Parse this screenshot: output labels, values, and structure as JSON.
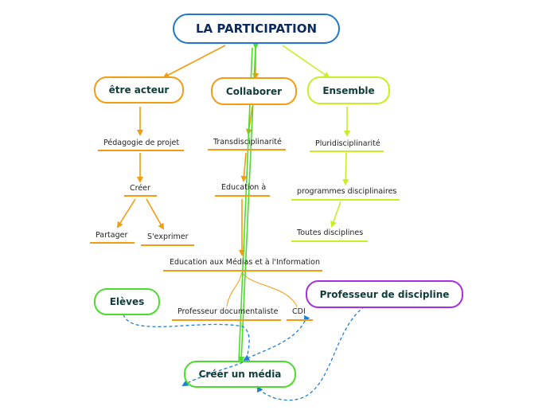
{
  "root": {
    "label": "LA PARTICIPATION",
    "color": "#1f78c8",
    "text_color": "#0d2a5c"
  },
  "branches": {
    "acteur": {
      "label": "être acteur",
      "color": "#f39c12"
    },
    "collaborer": {
      "label": "Collaborer",
      "color": "#f39c12"
    },
    "ensemble": {
      "label": "Ensemble",
      "color": "#c6f023"
    }
  },
  "subtopics": {
    "pedagogie": "Pédagogie de projet",
    "creer": "Créer",
    "partager": "Partager",
    "sexprimer": "S'exprimer",
    "transdisciplinarite": "Transdisciplinarité",
    "education_a": "Education à",
    "emi": "Education aux Médias et à l'Information",
    "prof_doc": "Professeur documentaliste",
    "cdi": "CDI",
    "pluridisciplinarite": "Pluridisciplinarité",
    "programmes": "programmes disciplinaires",
    "toutes": "Toutes disciplines"
  },
  "floating": {
    "eleves": {
      "label": "Elèves",
      "color": "#4ddc2e"
    },
    "professeur": {
      "label": "Professeur de discipline",
      "color": "#a82ee0"
    },
    "creer_media": {
      "label": "Créer un média",
      "color": "#4ddc2e"
    }
  },
  "colors": {
    "orange": "#f39c12",
    "lime": "#c6f023",
    "green": "#4ddc2e",
    "relation": "#1f7fd6"
  }
}
